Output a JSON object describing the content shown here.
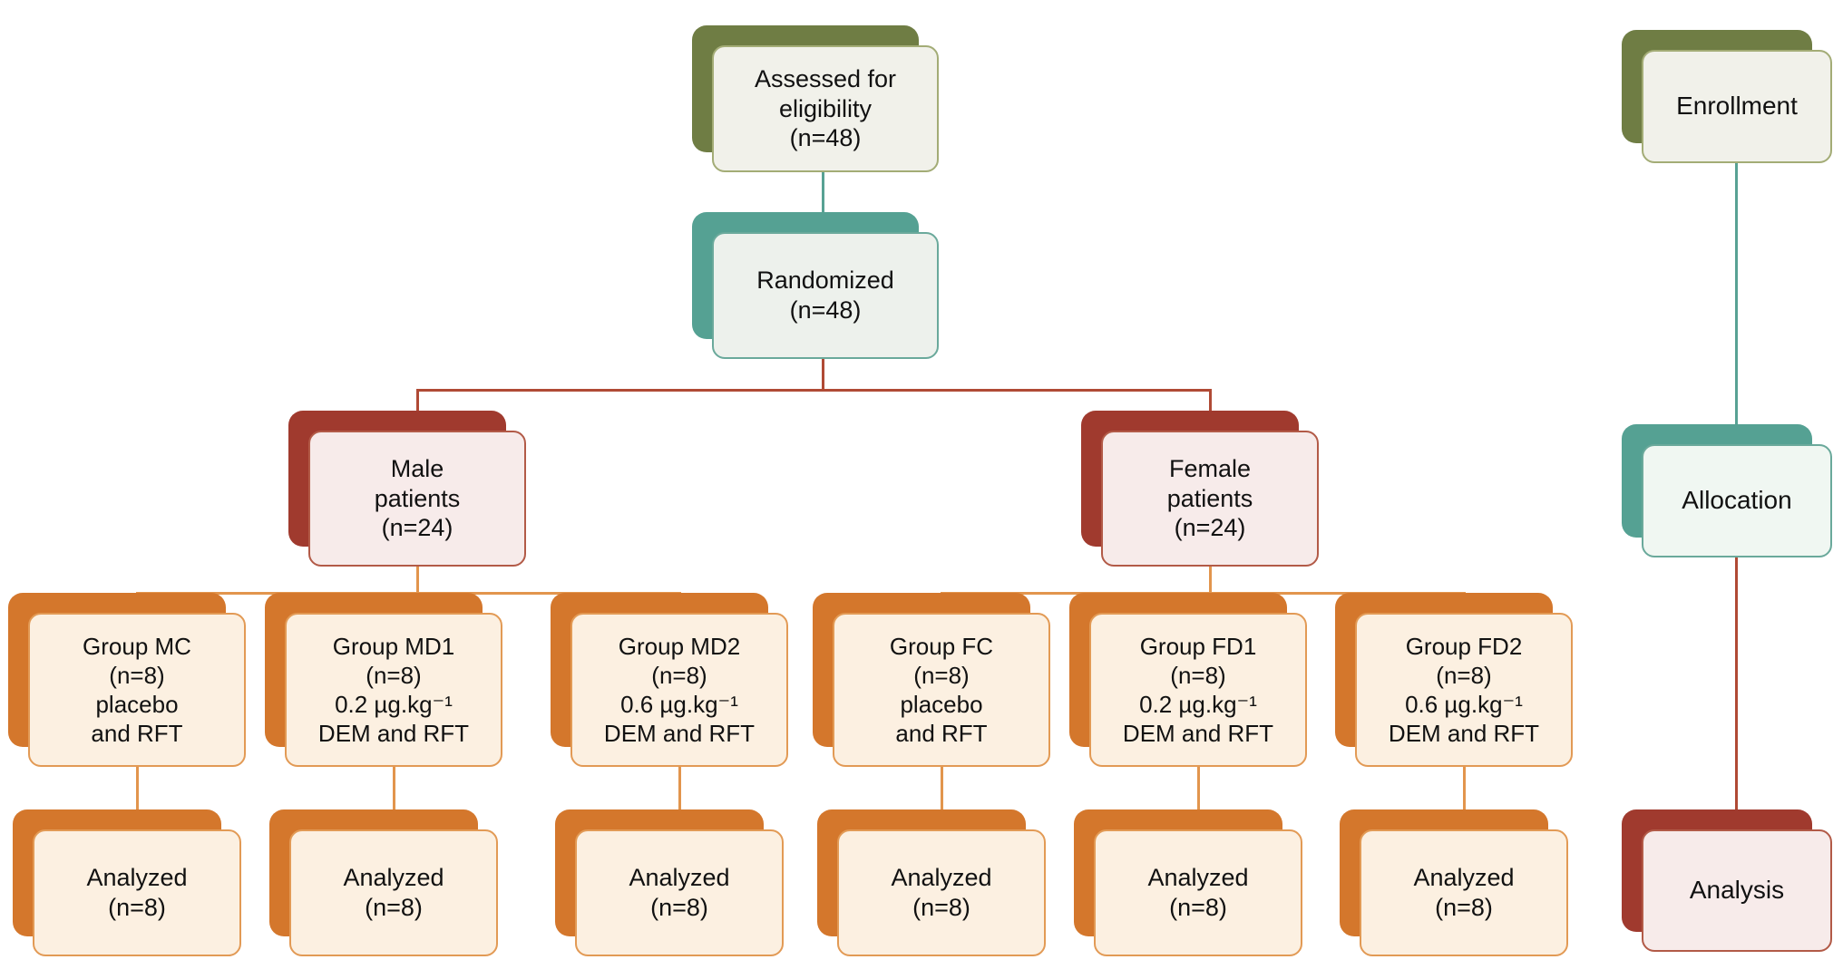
{
  "diagram": {
    "kind": "consort-flow",
    "nodes": {
      "assessed": {
        "text": "Assessed for\neligibility\n(n=48)"
      },
      "randomized": {
        "text": "Randomized\n(n=48)"
      },
      "male": {
        "text": "Male\npatients\n(n=24)"
      },
      "female": {
        "text": "Female\npatients\n(n=24)"
      },
      "groups": [
        {
          "text": "Group MC\n(n=8)\nplacebo\nand RFT"
        },
        {
          "text": "Group MD1\n(n=8)\n0.2 µg.kg⁻¹\nDEM and RFT"
        },
        {
          "text": "Group MD2\n(n=8)\n0.6 µg.kg⁻¹\nDEM and RFT"
        },
        {
          "text": "Group FC\n(n=8)\nplacebo\nand RFT"
        },
        {
          "text": "Group FD1\n(n=8)\n0.2 µg.kg⁻¹\nDEM and RFT"
        },
        {
          "text": "Group FD2\n(n=8)\n0.6 µg.kg⁻¹\nDEM and RFT"
        }
      ],
      "analyzed": {
        "text": "Analyzed\n(n=8)"
      },
      "stages": [
        {
          "label": "Enrollment"
        },
        {
          "label": "Allocation"
        },
        {
          "label": "Analysis"
        }
      ]
    },
    "colors": {
      "olive": "#6f7d44",
      "teal": "#55a193",
      "brick": "#a03a2e",
      "orange": "#d4772c"
    }
  }
}
